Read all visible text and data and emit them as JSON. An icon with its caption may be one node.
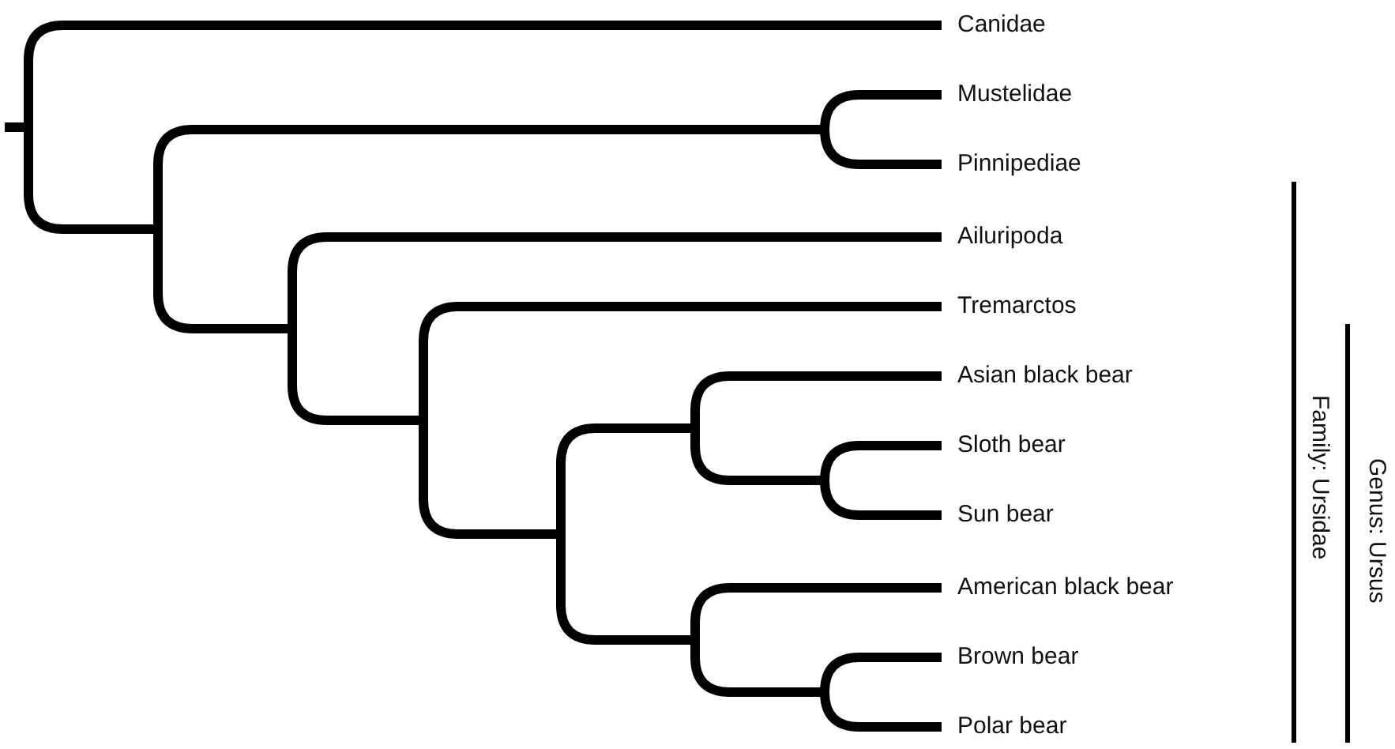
{
  "diagram": {
    "labels": [
      "Canidae",
      "Mustelidae",
      "Pinnipediae",
      "Ailuripoda",
      "Tremarctos",
      "Asian black bear",
      "Sloth bear",
      "Sun bear",
      "American black bear",
      "Brown bear",
      "Polar bear",
      "Family: Ursidae",
      "Genus: Ursus"
    ]
  }
}
